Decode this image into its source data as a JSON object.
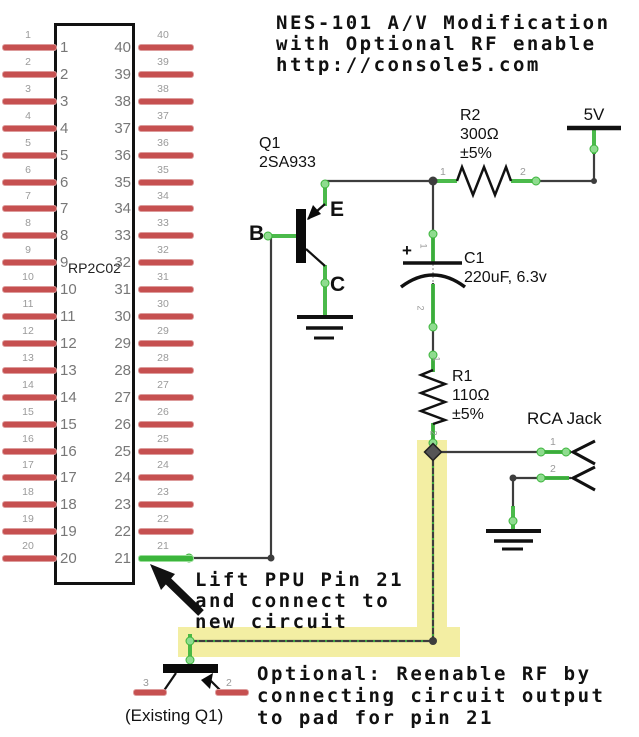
{
  "title": {
    "lines": [
      "NES-101 A/V Modification",
      "with Optional RF enable",
      "http://console5.com"
    ]
  },
  "ic": {
    "name": "RP2C02",
    "left_pins": [
      "1",
      "2",
      "3",
      "4",
      "5",
      "6",
      "7",
      "8",
      "9",
      "10",
      "11",
      "12",
      "13",
      "14",
      "15",
      "16",
      "17",
      "18",
      "19",
      "20"
    ],
    "right_pins": [
      "40",
      "39",
      "38",
      "37",
      "36",
      "35",
      "34",
      "33",
      "32",
      "31",
      "30",
      "29",
      "28",
      "27",
      "26",
      "25",
      "24",
      "23",
      "22",
      "21"
    ],
    "lifted_pin": "21"
  },
  "transistor_new": {
    "ref": "Q1",
    "part": "2SA933",
    "base": "B",
    "emitter": "E",
    "collector": "C"
  },
  "r2": {
    "ref": "R2",
    "value": "300Ω",
    "tol": "±5%",
    "p1": "1",
    "p2": "2"
  },
  "c1": {
    "ref": "C1",
    "value": "220uF, 6.3v",
    "plus": "+",
    "p1": "1",
    "p2": "2"
  },
  "r1": {
    "ref": "R1",
    "value": "110Ω",
    "tol": "±5%",
    "p1": "1",
    "p2": "2"
  },
  "power": {
    "label": "5V"
  },
  "rca": {
    "label": "RCA Jack",
    "p1": "1",
    "p2": "2"
  },
  "existing_q1": {
    "label": "(Existing Q1)",
    "p3": "3",
    "p2": "2"
  },
  "notes": {
    "lift": [
      "Lift PPU Pin 21",
      "and connect to",
      "new circuit"
    ],
    "optional": [
      "Optional: Reenable RF by",
      "connecting circuit output",
      "to pad for pin 21"
    ]
  },
  "colors": {
    "wire_green": "#3cb53c",
    "wire_red": "#c65050",
    "wire_dark": "#3d3d3d",
    "highlight": "#f3eea3"
  }
}
